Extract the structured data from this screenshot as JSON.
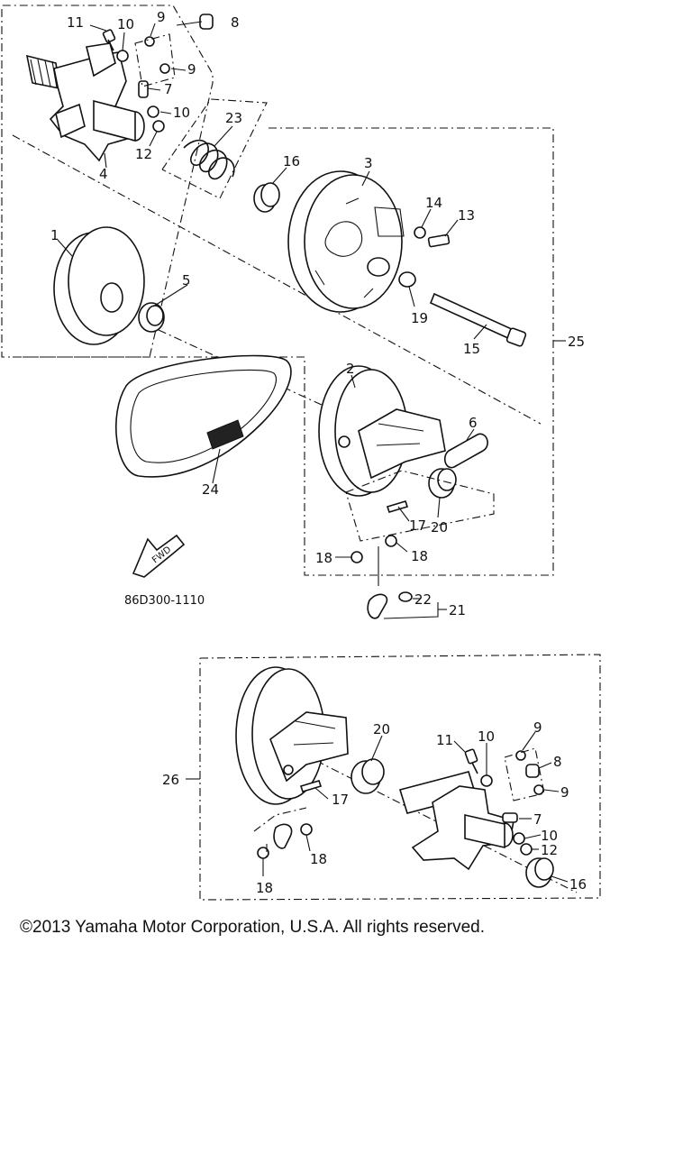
{
  "diagram": {
    "drawing_code": "86D300-1110",
    "fwd_label": "FWD",
    "callouts": [
      {
        "id": "c11a",
        "text": "11"
      },
      {
        "id": "c10a",
        "text": "10"
      },
      {
        "id": "c9a",
        "text": "9"
      },
      {
        "id": "c8a",
        "text": "8"
      },
      {
        "id": "c9b",
        "text": "9"
      },
      {
        "id": "c7a",
        "text": "7"
      },
      {
        "id": "c10b",
        "text": "10"
      },
      {
        "id": "c12a",
        "text": "12"
      },
      {
        "id": "c4",
        "text": "4"
      },
      {
        "id": "c23",
        "text": "23"
      },
      {
        "id": "c16a",
        "text": "16"
      },
      {
        "id": "c3",
        "text": "3"
      },
      {
        "id": "c14",
        "text": "14"
      },
      {
        "id": "c13",
        "text": "13"
      },
      {
        "id": "c1",
        "text": "1"
      },
      {
        "id": "c5",
        "text": "5"
      },
      {
        "id": "c19",
        "text": "19"
      },
      {
        "id": "c15",
        "text": "15"
      },
      {
        "id": "c25",
        "text": "25"
      },
      {
        "id": "c2",
        "text": "2"
      },
      {
        "id": "c6",
        "text": "6"
      },
      {
        "id": "c24",
        "text": "24"
      },
      {
        "id": "c17a",
        "text": "17"
      },
      {
        "id": "c20a",
        "text": "20"
      },
      {
        "id": "c18a",
        "text": "18"
      },
      {
        "id": "c18b",
        "text": "18"
      },
      {
        "id": "c22",
        "text": "22"
      },
      {
        "id": "c21",
        "text": "21"
      },
      {
        "id": "c20b",
        "text": "20"
      },
      {
        "id": "c11b",
        "text": "11"
      },
      {
        "id": "c10c",
        "text": "10"
      },
      {
        "id": "c9c",
        "text": "9"
      },
      {
        "id": "c8b",
        "text": "8"
      },
      {
        "id": "c9d",
        "text": "9"
      },
      {
        "id": "c26",
        "text": "26"
      },
      {
        "id": "c17b",
        "text": "17"
      },
      {
        "id": "c7b",
        "text": "7"
      },
      {
        "id": "c10d",
        "text": "10"
      },
      {
        "id": "c12b",
        "text": "12"
      },
      {
        "id": "c18c",
        "text": "18"
      },
      {
        "id": "c16b",
        "text": "16"
      },
      {
        "id": "c18d",
        "text": "18"
      }
    ]
  },
  "footer": {
    "copyright": "©2013 Yamaha Motor Corporation, U.S.A. All rights reserved."
  }
}
